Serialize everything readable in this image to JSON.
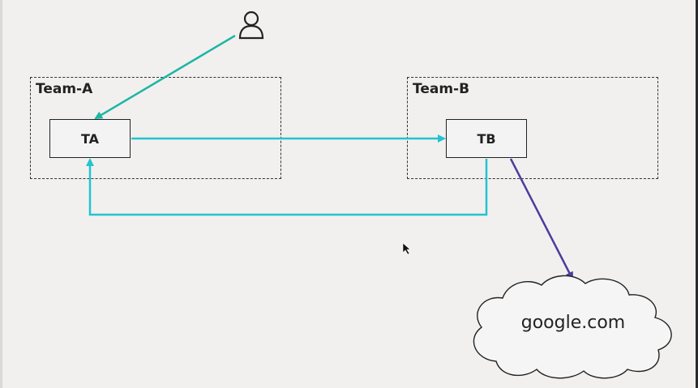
{
  "groups": {
    "team_a": {
      "label": "Team-A"
    },
    "team_b": {
      "label": "Team-B"
    }
  },
  "nodes": {
    "ta": {
      "label": "TA"
    },
    "tb": {
      "label": "TB"
    }
  },
  "external": {
    "cloud_label": "google.com"
  },
  "colors": {
    "teal_arrow": "#1fb5a3",
    "cyan_arrow": "#22c4cf",
    "purple_arrow": "#4b3d9c",
    "outline": "#222222",
    "background": "#f1f0ef"
  },
  "icons": {
    "actor": "user-icon",
    "cursor": "mouse-pointer-icon"
  }
}
